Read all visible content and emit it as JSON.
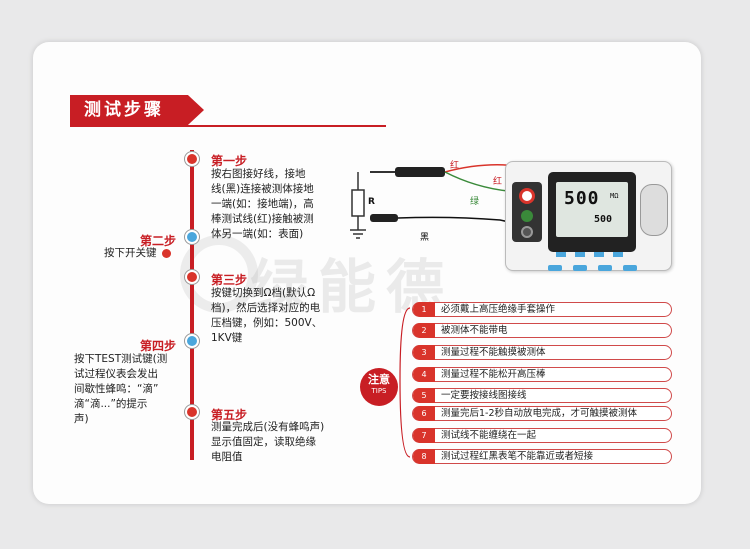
{
  "title": "测试步骤",
  "steps": [
    {
      "title": "第一步",
      "lines": [
        "按右图接好线，接地",
        "线(黑)连接被测体接地",
        "一端(如：接地端)，高",
        "棒测试线(红)接触被测",
        "体另一端(如：表面)"
      ]
    },
    {
      "title": "第二步",
      "lines": [
        "按下开关键"
      ]
    },
    {
      "title": "第三步",
      "lines": [
        "按键切换到Ω档(默认Ω",
        "档)，然后选择对应的电",
        "压档键，例如：500V、",
        "1KV键"
      ]
    },
    {
      "title": "第四步",
      "lines": [
        "按下TEST测试键(测",
        "试过程仪表会发出",
        "间歇性蜂鸣：“滴”",
        "滴“滴...”的提示",
        "声)"
      ]
    },
    {
      "title": "第五步",
      "lines": [
        "测量完成后(没有蜂鸣声)",
        "显示值固定，读取绝缘",
        "电阻值"
      ]
    }
  ],
  "diagram": {
    "label_red1": "红",
    "label_red2": "红",
    "label_green": "绿",
    "label_black": "黑",
    "label_r": "R",
    "display_main": "500",
    "display_sub": "500",
    "display_unit": "MΩ"
  },
  "watermark": "绿能德",
  "tips_badge": {
    "main": "注意",
    "sub": "TIPS"
  },
  "tips": [
    {
      "num": "1",
      "text": "必须戴上高压绝缘手套操作"
    },
    {
      "num": "2",
      "text": "被测体不能带电"
    },
    {
      "num": "3",
      "text": "测量过程不能触摸被测体"
    },
    {
      "num": "4",
      "text": "测量过程不能松开高压棒"
    },
    {
      "num": "5",
      "text": "一定要按接线图接线"
    },
    {
      "num": "6",
      "text": "测量完后1-2秒自动放电完成，才可触摸被测体"
    },
    {
      "num": "7",
      "text": "测试线不能缠绕在一起"
    },
    {
      "num": "8",
      "text": "测试过程红黑表笔不能靠近或者短接"
    }
  ],
  "colors": {
    "accent": "#c81e24",
    "blue_dot": "#4aa6dc",
    "green_wire": "#3a8a3a"
  }
}
